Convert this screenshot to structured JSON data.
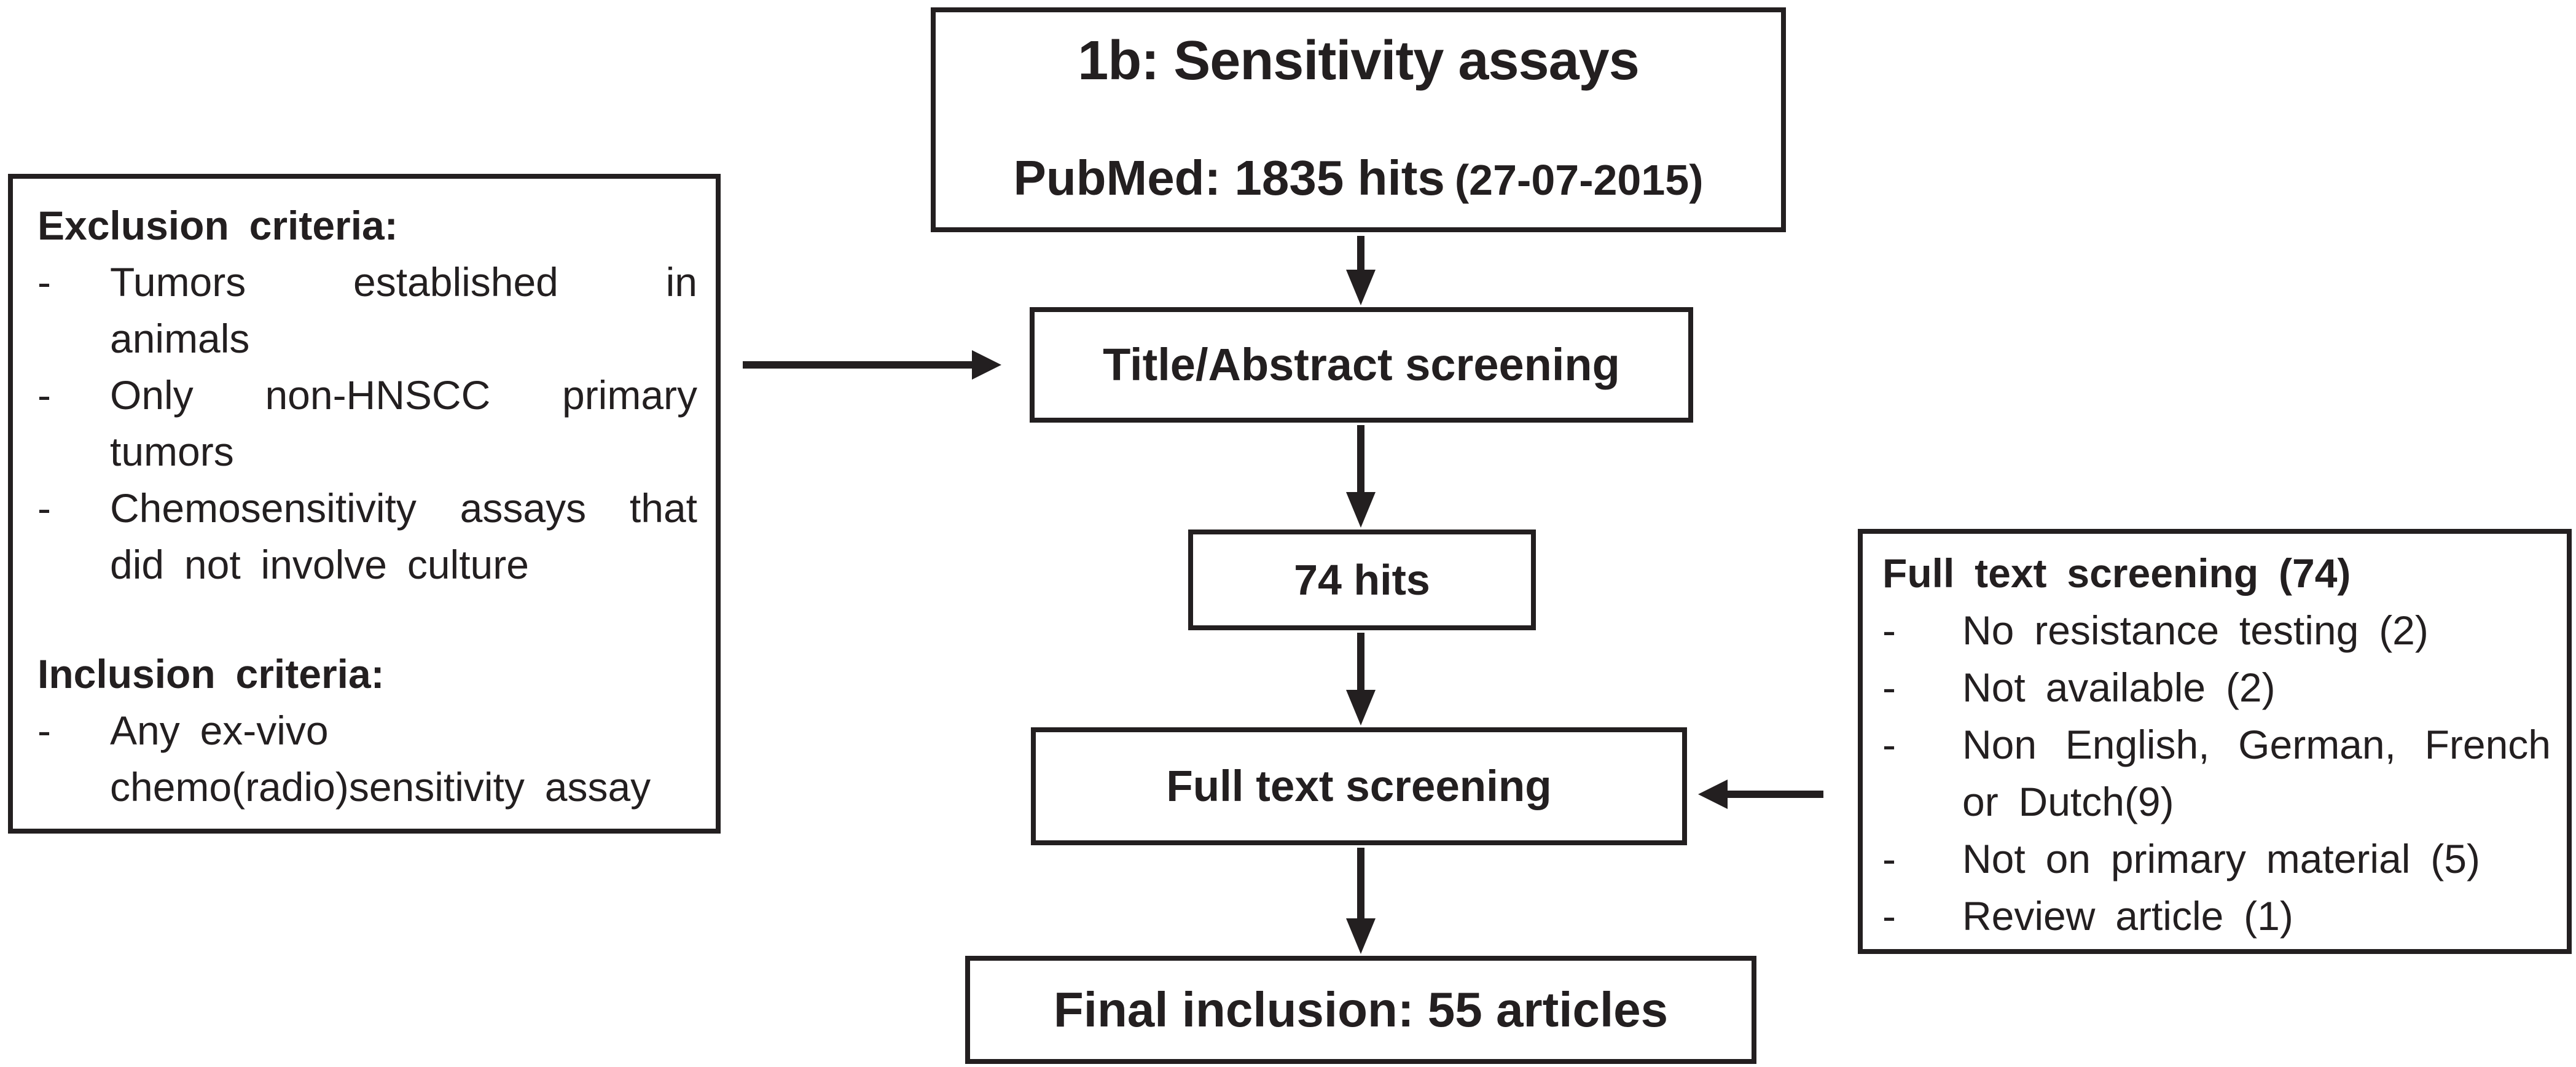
{
  "figure": {
    "colors": {
      "ink": "#231f20",
      "background": "#ffffff"
    },
    "bullet": "-",
    "top_box": {
      "title": "1b: Sensitivity assays",
      "source_line": {
        "main": "PubMed: 1835 hits",
        "date": "(27-07-2015)"
      }
    },
    "left_box": {
      "exclusion_heading": "Exclusion criteria:",
      "exclusion_items": [
        {
          "lines": [
            "Tumors established in",
            "animals"
          ]
        },
        {
          "lines": [
            "Only non-HNSCC primary",
            "tumors"
          ]
        },
        {
          "lines": [
            "Chemosensitivity assays that",
            "did not involve culture"
          ]
        }
      ],
      "inclusion_heading": "Inclusion criteria:",
      "inclusion_items": [
        {
          "lines": [
            "Any ex-vivo",
            "chemo(radio)sensitivity assay"
          ]
        }
      ]
    },
    "flow": {
      "title_abstract": "Title/Abstract screening",
      "hits": "74 hits",
      "full_text": "Full text screening",
      "final": "Final inclusion: 55 articles"
    },
    "right_box": {
      "heading": "Full text screening (74)",
      "items": [
        {
          "lines": [
            "No resistance testing (2)"
          ]
        },
        {
          "lines": [
            "Not available (2)"
          ]
        },
        {
          "lines": [
            "Non English, German, French",
            "or Dutch(9)"
          ]
        },
        {
          "lines": [
            "Not on primary material (5)"
          ]
        },
        {
          "lines": [
            "Review article (1)"
          ]
        }
      ]
    }
  }
}
